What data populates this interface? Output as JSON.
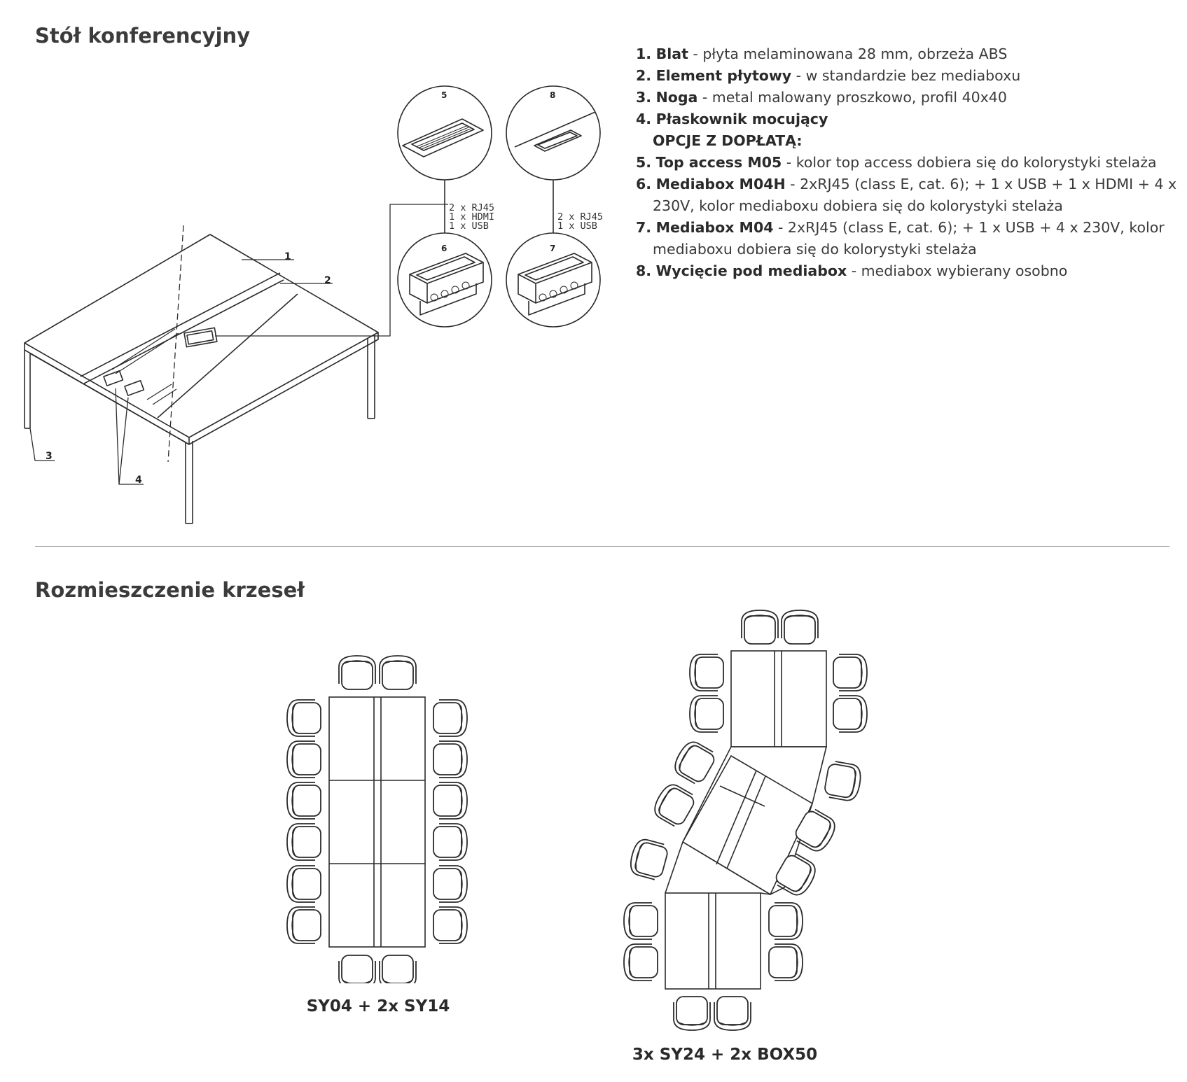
{
  "sections": {
    "table_title": "Stół konferencyjny",
    "chairs_title": "Rozmieszczenie krzeseł"
  },
  "specs": [
    {
      "num": "1.",
      "name": "Blat",
      "sep": " - ",
      "desc": "płyta melaminowana 28 mm, obrzeża ABS",
      "cont": ""
    },
    {
      "num": "2.",
      "name": "Element płytowy",
      "sep": " - ",
      "desc": "w standardzie bez mediaboxu",
      "cont": ""
    },
    {
      "num": "3.",
      "name": "Noga",
      "sep": " - ",
      "desc": "metal malowany proszkowo, profil 40x40",
      "cont": ""
    },
    {
      "num": "4.",
      "name": "Płaskownik mocujący",
      "sep": "",
      "desc": "",
      "cont": ""
    },
    {
      "num": "5.",
      "name": "Top access M05",
      "sep": " - ",
      "desc": "kolor top access dobiera się do kolorystyki stelaża",
      "cont": ""
    },
    {
      "num": "6.",
      "name": "Mediabox M04H",
      "sep": " - ",
      "desc": "2xRJ45 (class E, cat. 6); + 1 x USB + 1 x HDMI + 4 x",
      "cont": "230V, kolor mediaboxu dobiera się do kolorystyki stelaża"
    },
    {
      "num": "7.",
      "name": "Mediabox M04",
      "sep": " - ",
      "desc": "2xRJ45 (class E, cat. 6); + 1 x USB + 4 x 230V, kolor",
      "cont": "mediaboxu dobiera się do kolorystyki stelaża"
    },
    {
      "num": "8.",
      "name": "Wycięcie pod mediabox",
      "sep": " - ",
      "desc": "mediabox wybierany osobno",
      "cont": ""
    }
  ],
  "options_label": "OPCJE Z DOPŁATĄ:",
  "drawing": {
    "part_labels": [
      "1",
      "2",
      "3",
      "4"
    ],
    "detail_labels": {
      "d5": "5",
      "d6": "6",
      "d7": "7",
      "d8": "8"
    },
    "callout_6": [
      "2 x RJ45",
      "1 x HDMI",
      "1 x USB"
    ],
    "callout_7": [
      "2 x RJ45",
      "1 x USB"
    ]
  },
  "layouts": [
    {
      "caption": "SY04 + 2x SY14"
    },
    {
      "caption": "3x SY24 + 2x BOX50"
    }
  ],
  "colors": {
    "line": "#2b2b2b",
    "text": "#3a3a3a",
    "divider": "#8a8a8a"
  }
}
